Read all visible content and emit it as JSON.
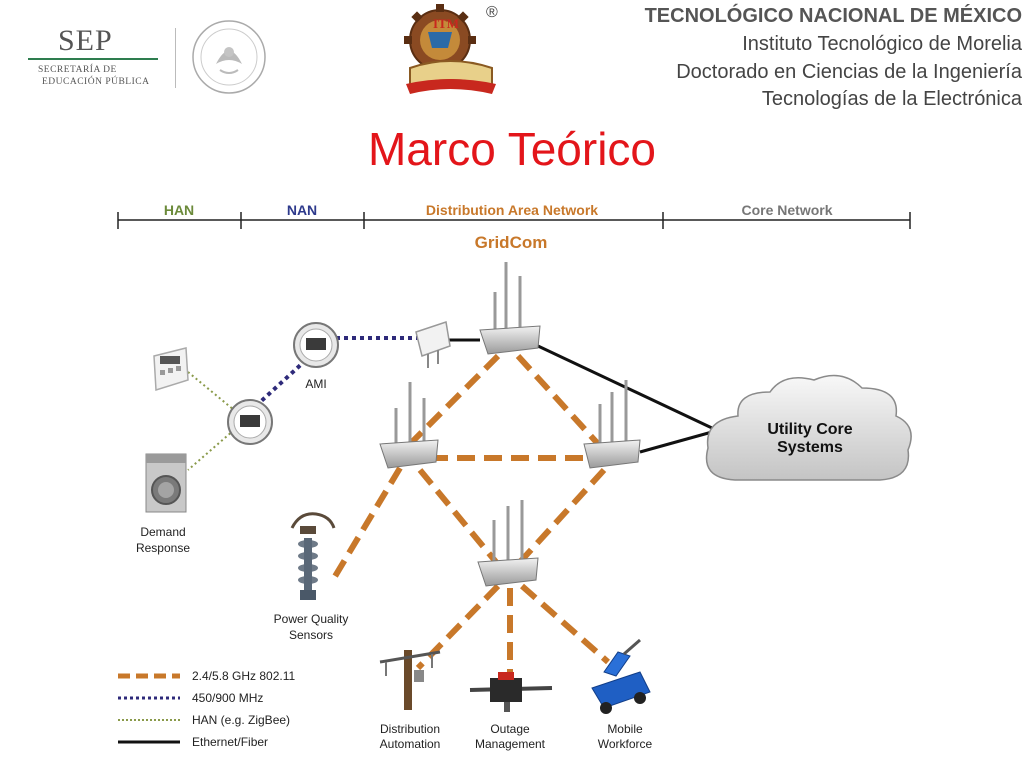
{
  "header": {
    "sep": {
      "name": "SEP",
      "subtitle_line1": "SECRETARÍA DE",
      "subtitle_line2": "EDUCACIÓN PÚBLICA"
    },
    "registered_mark": "®",
    "institution_lines": [
      "TECNOLÓGICO NACIONAL DE MÉXICO",
      "Instituto Tecnológico de Morelia",
      "Doctorado en Ciencias de la Ingeniería",
      "Tecnologías de la Electrónica"
    ]
  },
  "slide_title": "Marco Teórico",
  "diagram": {
    "segments": [
      {
        "label": "HAN",
        "color": "#6b8a3a"
      },
      {
        "label": "NAN",
        "color": "#2e3a8c"
      },
      {
        "label": "Distribution Area Network",
        "color": "#c8782a"
      },
      {
        "label": "Core Network",
        "color": "#777777"
      }
    ],
    "gridcom_label": "GridCom",
    "cloud_label_line1": "Utility Core",
    "cloud_label_line2": "Systems",
    "device_labels": {
      "ami": "AMI",
      "demand_response_line1": "Demand",
      "demand_response_line2": "Response",
      "power_quality_line1": "Power Quality",
      "power_quality_line2": "Sensors",
      "distribution_line1": "Distribution",
      "distribution_line2": "Automation",
      "outage_line1": "Outage",
      "outage_line2": "Management",
      "mobile_line1": "Mobile",
      "mobile_line2": "Workforce"
    },
    "legend": [
      {
        "label": "2.4/5.8 GHz 802.11",
        "style": "orange-dashed",
        "color": "#c8782a"
      },
      {
        "label": "450/900 MHz",
        "style": "navy-dotted",
        "color": "#2e2a7a"
      },
      {
        "label": "HAN (e.g. ZigBee)",
        "style": "green-dotted",
        "color": "#8a9a4a"
      },
      {
        "label": "Ethernet/Fiber",
        "style": "black-solid",
        "color": "#111111"
      }
    ]
  }
}
